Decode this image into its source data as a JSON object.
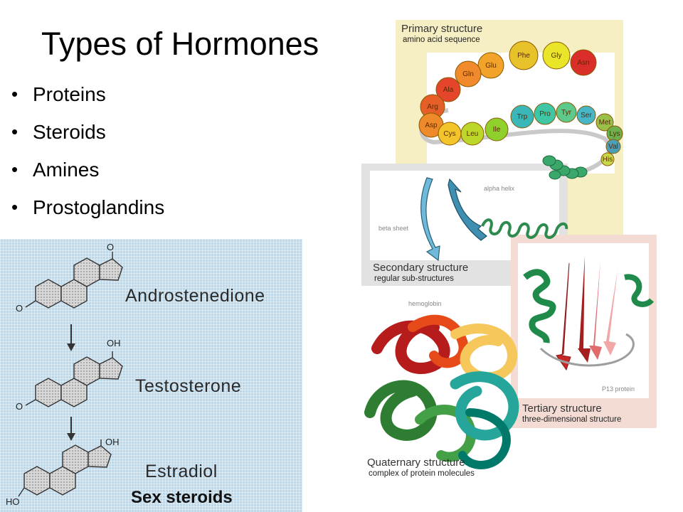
{
  "slide": {
    "title": "Types of Hormones",
    "bullets": [
      "Proteins",
      "Steroids",
      "Amines",
      "Prostoglandins"
    ]
  },
  "steroid_figure": {
    "compounds": [
      "Androstenedione",
      "Testosterone",
      "Estradiol"
    ],
    "caption": "Sex steroids",
    "atoms": {
      "o_top": "O",
      "o_left_1": "O",
      "oh_2": "OH",
      "o_left_2": "O",
      "oh_3": "OH",
      "ho_3": "HO"
    }
  },
  "protein_figure": {
    "primary": {
      "title": "Primary structure",
      "subtitle": "amino acid sequence"
    },
    "amino_acids": [
      "Phe",
      "Gly",
      "Asn",
      "Glu",
      "Gln",
      "Ala",
      "Arg",
      "Asp",
      "Cys",
      "Leu",
      "Ile",
      "Trp",
      "Pro",
      "Tyr",
      "Ser",
      "Met",
      "Lys",
      "Val",
      "His"
    ],
    "amino_colors": [
      "#e8c22a",
      "#e9e629",
      "#d92e2a",
      "#f2a329",
      "#f08a2b",
      "#e5452a",
      "#e65f29",
      "#ee8a2a",
      "#f3c52a",
      "#bcd62a",
      "#8fd02c",
      "#3ab7b8",
      "#3fc6a7",
      "#5dc98a",
      "#47b7c8",
      "#9ac04a",
      "#6fb04e",
      "#4d9fb7",
      "#c9d84a"
    ],
    "secondary": {
      "title": "Secondary structure",
      "subtitle": "regular sub-structures",
      "alpha_label": "alpha helix",
      "beta_label": "beta sheet"
    },
    "tertiary": {
      "title": "Tertiary structure",
      "subtitle": "three-dimensional structure",
      "protein_label": "P13 protein"
    },
    "quaternary": {
      "title": "Quaternary structure",
      "subtitle": "complex of protein molecules",
      "protein_label": "hemoglobin"
    }
  }
}
